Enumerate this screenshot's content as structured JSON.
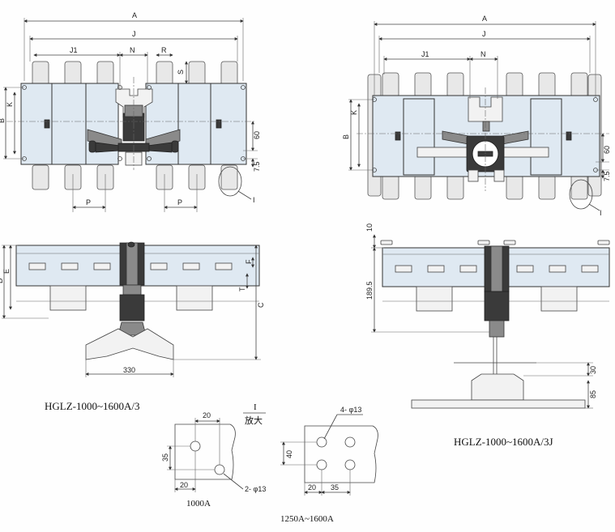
{
  "dims": {
    "left_top": {
      "A": "A",
      "J": "J",
      "J1": "J1",
      "N": "N",
      "R": "R",
      "S": "S",
      "K": "K",
      "B": "B",
      "d60": "60",
      "d75": "7.5",
      "I": "I",
      "P1": "P",
      "P2": "P"
    },
    "right_top": {
      "A": "A",
      "J": "J",
      "J1": "J1",
      "N": "N",
      "K": "K",
      "B": "B",
      "d60": "60",
      "d75": "7.5",
      "I": "I"
    },
    "left_side": {
      "E": "E",
      "D": "D",
      "F": "F",
      "T": "T",
      "C": "C",
      "w330": "330"
    },
    "right_side": {
      "d10": "10",
      "d1895": "189.5",
      "d30": "30",
      "d85": "85"
    },
    "detail": {
      "I": "I",
      "zoom": "放大",
      "d20a": "20",
      "d35": "35",
      "d20b": "20",
      "hole2": "2- φ13",
      "hole4": "4- φ13",
      "d40": "40",
      "d20c": "20",
      "d35b": "35"
    }
  },
  "captions": {
    "left_model": "HGLZ-1000~1600A/3",
    "right_model": "HGLZ-1000~1600A/3J",
    "detail_1000": "1000A",
    "detail_1250": "1250A~1600A"
  }
}
